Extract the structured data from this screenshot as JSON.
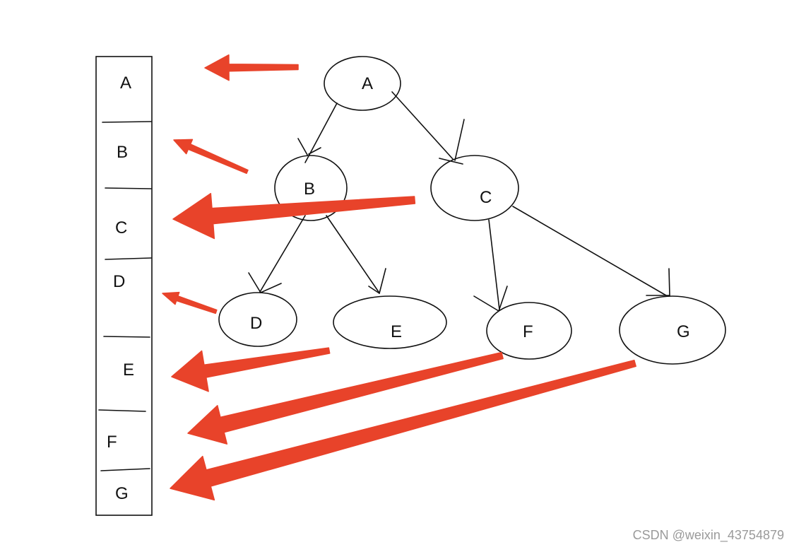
{
  "queue": {
    "cells": [
      "A",
      "B",
      "C",
      "D",
      "E",
      "F",
      "G"
    ]
  },
  "tree": {
    "nodes": [
      {
        "id": "A",
        "label": "A"
      },
      {
        "id": "B",
        "label": "B"
      },
      {
        "id": "C",
        "label": "C"
      },
      {
        "id": "D",
        "label": "D"
      },
      {
        "id": "E",
        "label": "E"
      },
      {
        "id": "F",
        "label": "F"
      },
      {
        "id": "G",
        "label": "G"
      }
    ],
    "edges": [
      {
        "from": "A",
        "to": "B"
      },
      {
        "from": "A",
        "to": "C"
      },
      {
        "from": "B",
        "to": "D"
      },
      {
        "from": "B",
        "to": "E"
      },
      {
        "from": "C",
        "to": "F"
      },
      {
        "from": "C",
        "to": "G"
      }
    ]
  },
  "arrows": {
    "color": "#e8432a",
    "links": [
      {
        "from": "A",
        "to": "A"
      },
      {
        "from": "B",
        "to": "B"
      },
      {
        "from": "C",
        "to": "C"
      },
      {
        "from": "D",
        "to": "D"
      },
      {
        "from": "E",
        "to": "E"
      },
      {
        "from": "F",
        "to": "F"
      },
      {
        "from": "G",
        "to": "G"
      }
    ]
  },
  "watermark": "CSDN @weixin_43754879"
}
